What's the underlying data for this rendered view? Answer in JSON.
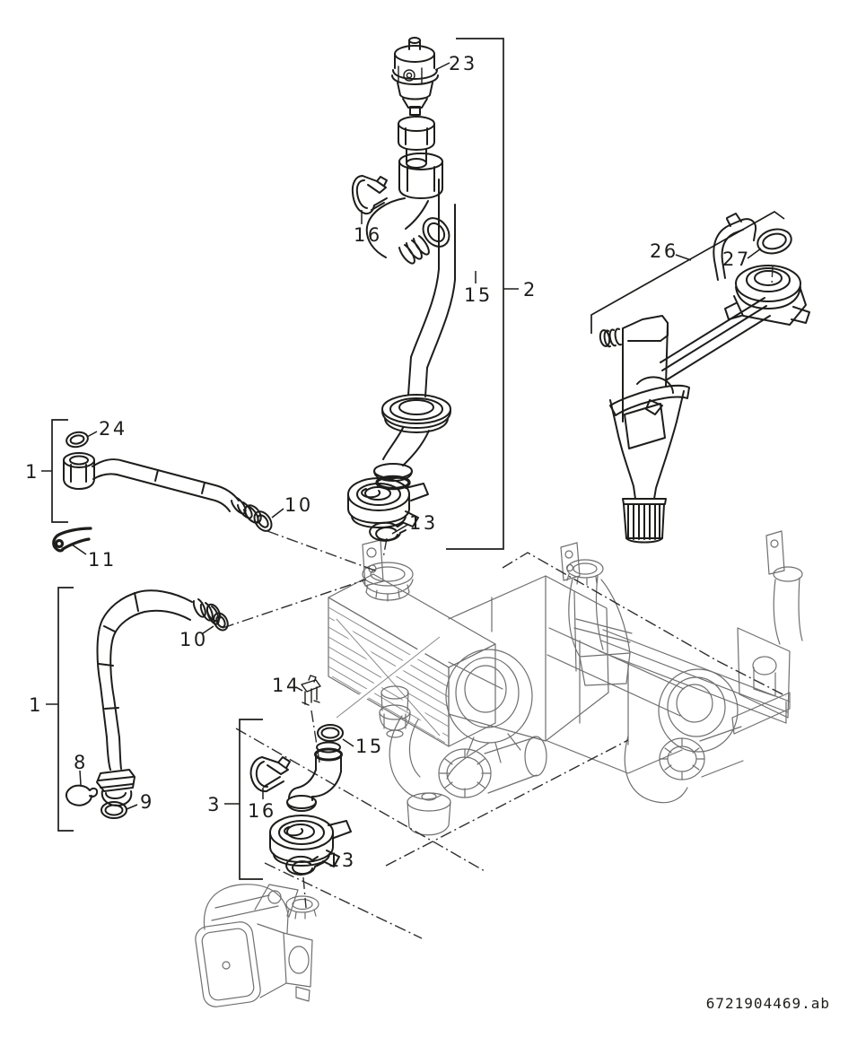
{
  "page": {
    "background_color": "#ffffff",
    "foreground_line_color": "#1d1d1b",
    "background_line_color": "#6f6f6f",
    "drawing_code": "6721904469.ab"
  },
  "callouts": {
    "c1_upper": "1",
    "c1_lower": "1",
    "c2": "2",
    "c3": "3",
    "c8": "8",
    "c9": "9",
    "c10_upper": "10",
    "c10_lower": "10",
    "c11": "11",
    "c13_upper": "13",
    "c13_lower": "13",
    "c14": "14",
    "c15_upper": "15",
    "c15_lower": "15",
    "c16_upper": "16",
    "c16_lower": "16",
    "c23": "23",
    "c24": "24",
    "c26": "26",
    "c27": "27"
  }
}
